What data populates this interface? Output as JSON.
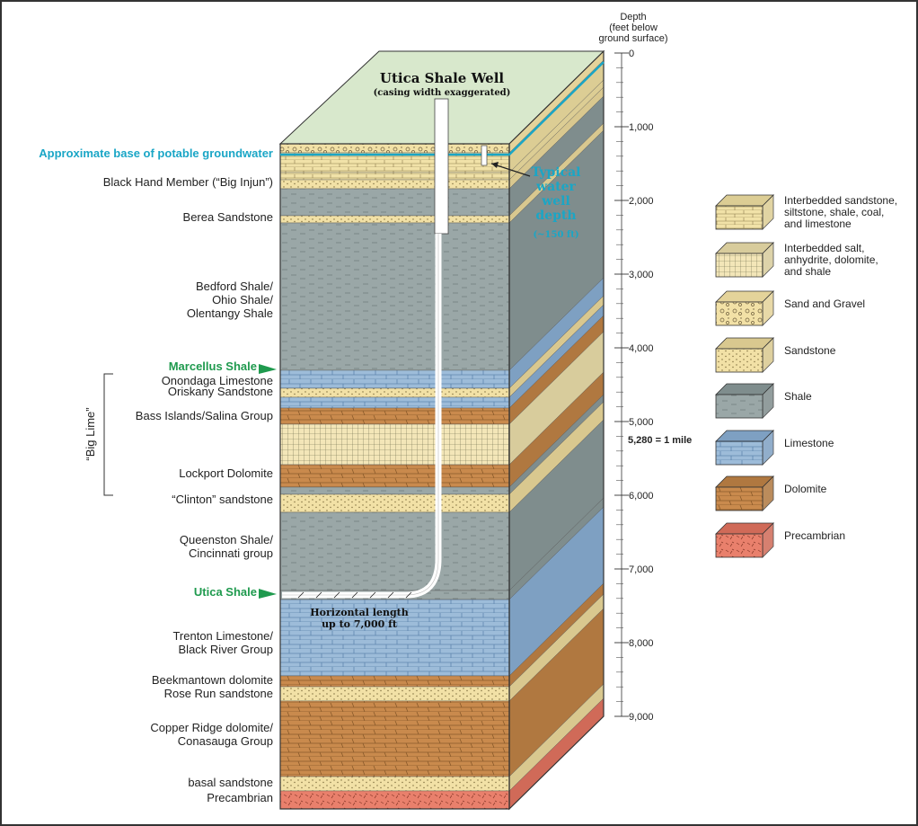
{
  "well": {
    "title": "Utica Shale Well",
    "subtitle": "(casing width exaggerated)",
    "horizontal_line1": "Horizontal length",
    "horizontal_line2": "up to 7,000 ft"
  },
  "water_well": {
    "line1": "Typical",
    "line2": "water",
    "line3": "well",
    "line4": "depth",
    "line5": "(~150 ft)"
  },
  "groundwater_label": "Approximate base of potable groundwater",
  "units": {
    "black_hand": "Black Hand Member (“Big Injun”)",
    "berea": "Berea Sandstone",
    "bedford1": "Bedford Shale/",
    "bedford2": "Ohio Shale/",
    "bedford3": "Olentangy Shale",
    "marcellus": "Marcellus Shale",
    "onondaga": "Onondaga Limestone",
    "oriskany": "Oriskany Sandstone",
    "bass": "Bass Islands/Salina Group",
    "lockport": "Lockport Dolomite",
    "clinton": "“Clinton” sandstone",
    "queenston1": "Queenston Shale/",
    "queenston2": "Cincinnati group",
    "utica": "Utica Shale",
    "trenton1": "Trenton Limestone/",
    "trenton2": "Black River Group",
    "beekman1": "Beekmantown dolomite",
    "beekman2": "Rose Run sandstone",
    "copper1": "Copper Ridge dolomite/",
    "copper2": "Conasauga Group",
    "basal": "basal sandstone",
    "precambrian": "Precambrian"
  },
  "big_lime": "“Big Lime”",
  "depth_scale": {
    "title1": "Depth",
    "title2": "(feet below",
    "title3": "ground surface)",
    "ticks": [
      "0",
      "1,000",
      "2,000",
      "3,000",
      "4,000",
      "5,000",
      "6,000",
      "7,000",
      "8,000",
      "9,000"
    ],
    "mile_marker": "5,280 = 1 mile"
  },
  "legend": {
    "items": [
      {
        "lines": [
          "Interbedded sandstone,",
          "siltstone, shale, coal,",
          "and limestone"
        ]
      },
      {
        "lines": [
          "Interbedded salt,",
          "anhydrite, dolomite,",
          "and shale"
        ]
      },
      {
        "lines": [
          "Sand and Gravel"
        ]
      },
      {
        "lines": [
          "Sandstone"
        ]
      },
      {
        "lines": [
          "Shale"
        ]
      },
      {
        "lines": [
          "Limestone"
        ]
      },
      {
        "lines": [
          "Dolomite"
        ]
      },
      {
        "lines": [
          "Precambrian"
        ]
      }
    ]
  },
  "colors": {
    "shale": "#9aa7a7",
    "limestone": "#9dbcd9",
    "dolomite": "#c98a4d",
    "sandstone": "#f2e1a6",
    "precambrian": "#e9806c",
    "surface": "#d8e8cc",
    "label_green": "#1f9a4e",
    "label_blue": "#1aa6c6"
  }
}
